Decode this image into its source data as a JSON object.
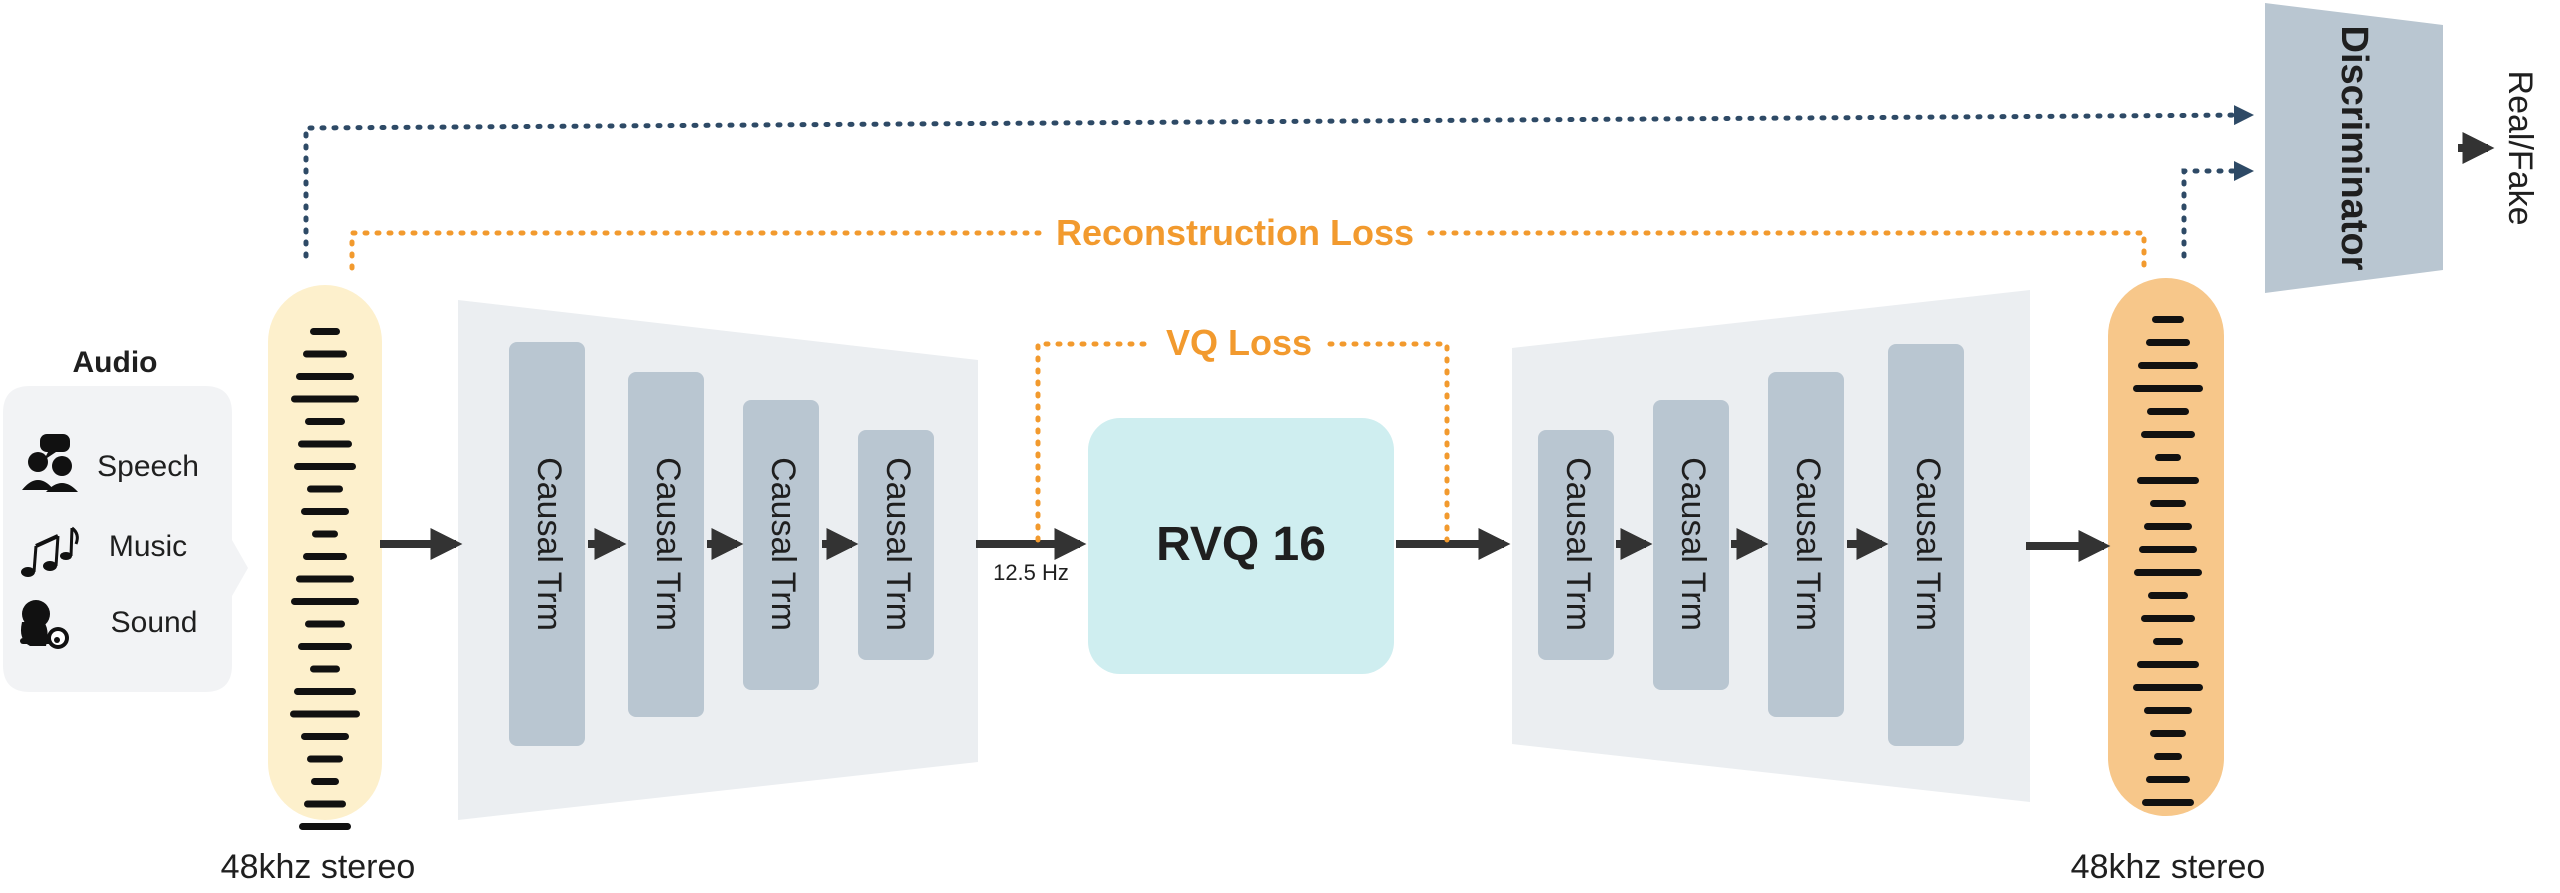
{
  "audio_panel": {
    "title": "Audio",
    "items": [
      {
        "label": "Speech",
        "icon": "speech-icon"
      },
      {
        "label": "Music",
        "icon": "music-notes-icon"
      },
      {
        "label": "Sound",
        "icon": "sound-icon"
      }
    ]
  },
  "input_waveform": {
    "label": "48khz stereo",
    "color": "#fdf0cc"
  },
  "output_waveform": {
    "label": "48khz stereo",
    "color": "#f7c78a"
  },
  "encoder": {
    "blocks": [
      "Causal Trm",
      "Causal Trm",
      "Causal Trm",
      "Causal Trm"
    ]
  },
  "decoder": {
    "blocks": [
      "Causal Trm",
      "Causal Trm",
      "Causal Trm",
      "Causal Trm"
    ]
  },
  "frame_rate_label": "12.5 Hz",
  "quantizer": {
    "label": "RVQ 16",
    "color": "#cfeef0"
  },
  "losses": {
    "reconstruction": "Reconstruction Loss",
    "vq": "VQ Loss",
    "color": "#f29a2e"
  },
  "discriminator": {
    "label": "Discriminator",
    "output_label": "Real/Fake",
    "color": "#b9c6d1"
  },
  "colors": {
    "block": "#b9c6d1",
    "trapezoid": "#ebeef1",
    "arrow": "#333333",
    "dotted_blue": "#2e4a66"
  }
}
